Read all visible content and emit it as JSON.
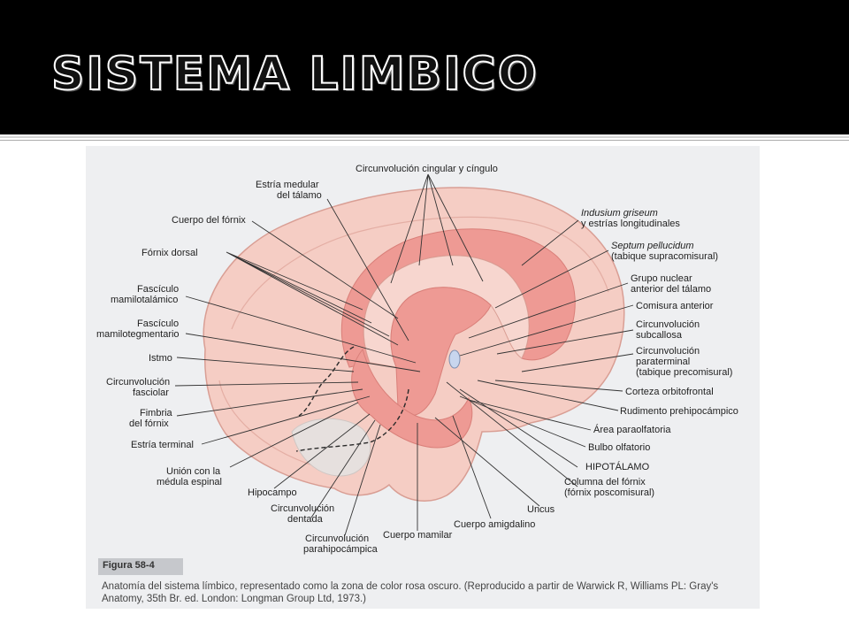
{
  "slide": {
    "title": "SISTEMA LIMBICO"
  },
  "figure": {
    "label": "Figura 58-4",
    "caption_line1": "Anatomía del sistema límbico, representado como la zona de color rosa oscuro. (Reproducido a partir de Warwick R, Williams PL: Gray's",
    "caption_line2": "Anatomy, 35th Br. ed. London: Longman Group Ltd, 1973.)"
  },
  "labels": {
    "circunvolucion_cingular": "Circunvolución cingular y cíngulo",
    "estria_medular_1": "Estría medular",
    "estria_medular_2": "del tálamo",
    "cuerpo_fornix": "Cuerpo del fórnix",
    "fornix_dorsal": "Fórnix dorsal",
    "fasciculo_mt_1": "Fascículo",
    "fasciculo_mt_2": "mamilotalámico",
    "fasciculo_mteg_1": "Fascículo",
    "fasciculo_mteg_2": "mamilotegmentario",
    "istmo": "Istmo",
    "circ_fasciolar_1": "Circunvolución",
    "circ_fasciolar_2": "fasciolar",
    "fimbria_1": "Fimbria",
    "fimbria_2": "del fórnix",
    "estria_terminal": "Estría terminal",
    "union_1": "Unión con la",
    "union_2": "médula espinal",
    "hipocampo": "Hipocampo",
    "circ_dentada_1": "Circunvolución",
    "circ_dentada_2": "dentada",
    "circ_parahip_1": "Circunvolución",
    "circ_parahip_2": "parahipocámpica",
    "cuerpo_mamilar": "Cuerpo mamilar",
    "cuerpo_amigdalino": "Cuerpo amigdalino",
    "uncus": "Uncus",
    "columna_fornix_1": "Columna del fórnix",
    "columna_fornix_2": "(fórnix poscomisural)",
    "hipotalamo": "HIPOTÁLAMO",
    "bulbo_olfatorio": "Bulbo olfatorio",
    "area_paraolfatoria": "Área paraolfatoria",
    "rudimento": "Rudimento prehipocámpico",
    "corteza_orbitofrontal": "Corteza orbitofrontal",
    "circ_paraterminal_1": "Circunvolución",
    "circ_paraterminal_2": "paraterminal",
    "circ_paraterminal_3": "(tabique precomisural)",
    "circ_subcallosa_1": "Circunvolución",
    "circ_subcallosa_2": "subcallosa",
    "comisura_anterior": "Comisura anterior",
    "grupo_nuclear_1": "Grupo nuclear",
    "grupo_nuclear_2": "anterior del tálamo",
    "septum_1": "Septum pellucidum",
    "septum_2": "(tabique supracomisural)",
    "indusium_1": "Indusium griseum",
    "indusium_2": "y estrías longitudinales"
  },
  "colors": {
    "title_bar": "#000000",
    "brain_light": "#f5cdc4",
    "limbic_dark": "#ee9a94",
    "background": "#eeeff1"
  }
}
